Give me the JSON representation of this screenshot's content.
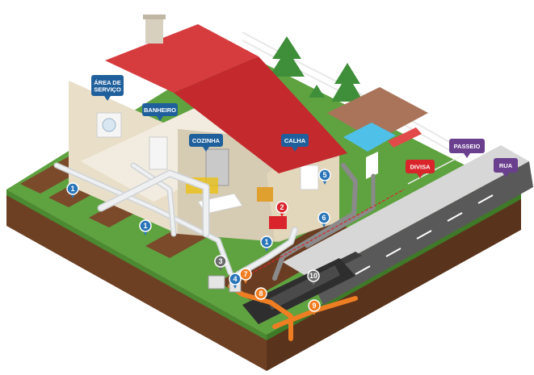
{
  "colors": {
    "label_blue": "#1f5f9c",
    "label_red": "#d9242c",
    "label_purple": "#6a3f8e",
    "marker_blue": "#2a74b8",
    "marker_orange": "#ef7d22",
    "marker_red": "#d9242c",
    "marker_grey": "#6b6b6b",
    "roof": "#d63b3e",
    "grass": "#5fa240",
    "soil": "#7a4a2a",
    "pipe_orange": "#ef7d22",
    "pipe_white": "#e6e8ea",
    "pool": "#4fc1e9"
  },
  "labels": [
    {
      "id": "area-servico",
      "text": "ÁREA DE\nSERVIÇO",
      "color": "#1f5f9c"
    },
    {
      "id": "banheiro",
      "text": "BANHEIRO",
      "color": "#1f5f9c"
    },
    {
      "id": "cozinha",
      "text": "COZINHA",
      "color": "#1f5f9c"
    },
    {
      "id": "calha",
      "text": "CALHA",
      "color": "#1f5f9c"
    },
    {
      "id": "divisa",
      "text": "DIVISA",
      "color": "#d9242c"
    },
    {
      "id": "passeio",
      "text": "PASSEIO",
      "color": "#6a3f8e"
    },
    {
      "id": "rua",
      "text": "RUA",
      "color": "#6a3f8e"
    }
  ],
  "markers": [
    {
      "num": "1",
      "color": "#2a74b8"
    },
    {
      "num": "1",
      "color": "#2a74b8"
    },
    {
      "num": "1",
      "color": "#2a74b8"
    },
    {
      "num": "2",
      "color": "#d9242c"
    },
    {
      "num": "3",
      "color": "#6b6b6b"
    },
    {
      "num": "4",
      "color": "#2a74b8"
    },
    {
      "num": "5",
      "color": "#2a74b8"
    },
    {
      "num": "6",
      "color": "#2a74b8"
    },
    {
      "num": "7",
      "color": "#ef7d22"
    },
    {
      "num": "8",
      "color": "#ef7d22"
    },
    {
      "num": "9",
      "color": "#ef7d22"
    },
    {
      "num": "10",
      "color": "#6b6b6b"
    }
  ]
}
